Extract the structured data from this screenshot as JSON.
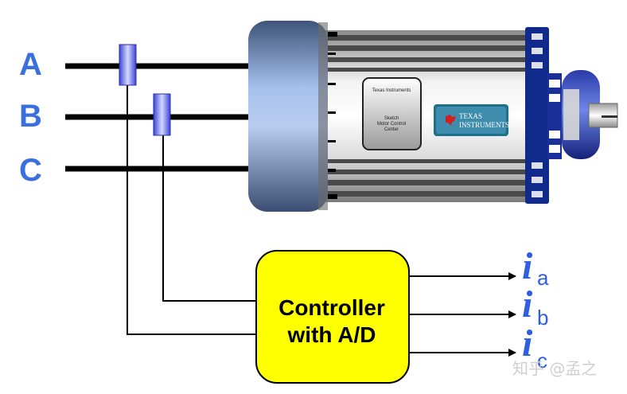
{
  "phases": [
    "A",
    "B",
    "C"
  ],
  "controller": {
    "line1": "Controller",
    "line2": "with A/D"
  },
  "outputs": [
    {
      "symbol": "i",
      "sub": "a"
    },
    {
      "symbol": "i",
      "sub": "b"
    },
    {
      "symbol": "i",
      "sub": "c"
    }
  ],
  "motor": {
    "nameplate_brand": "Texas Instruments",
    "nameplate_lines": [
      "Sketch",
      "Motor Control",
      "Center"
    ],
    "badge_line1": "TEXAS",
    "badge_line2": "INSTRUMENTS"
  },
  "watermark": "知乎 @孟之",
  "colors": {
    "phase_label": "#3a6fe0",
    "controller_fill": "#ffff00",
    "sensor": "#4b55e6",
    "motor_cap": "#7b95cf",
    "end_bell": "#0f2a8a"
  }
}
